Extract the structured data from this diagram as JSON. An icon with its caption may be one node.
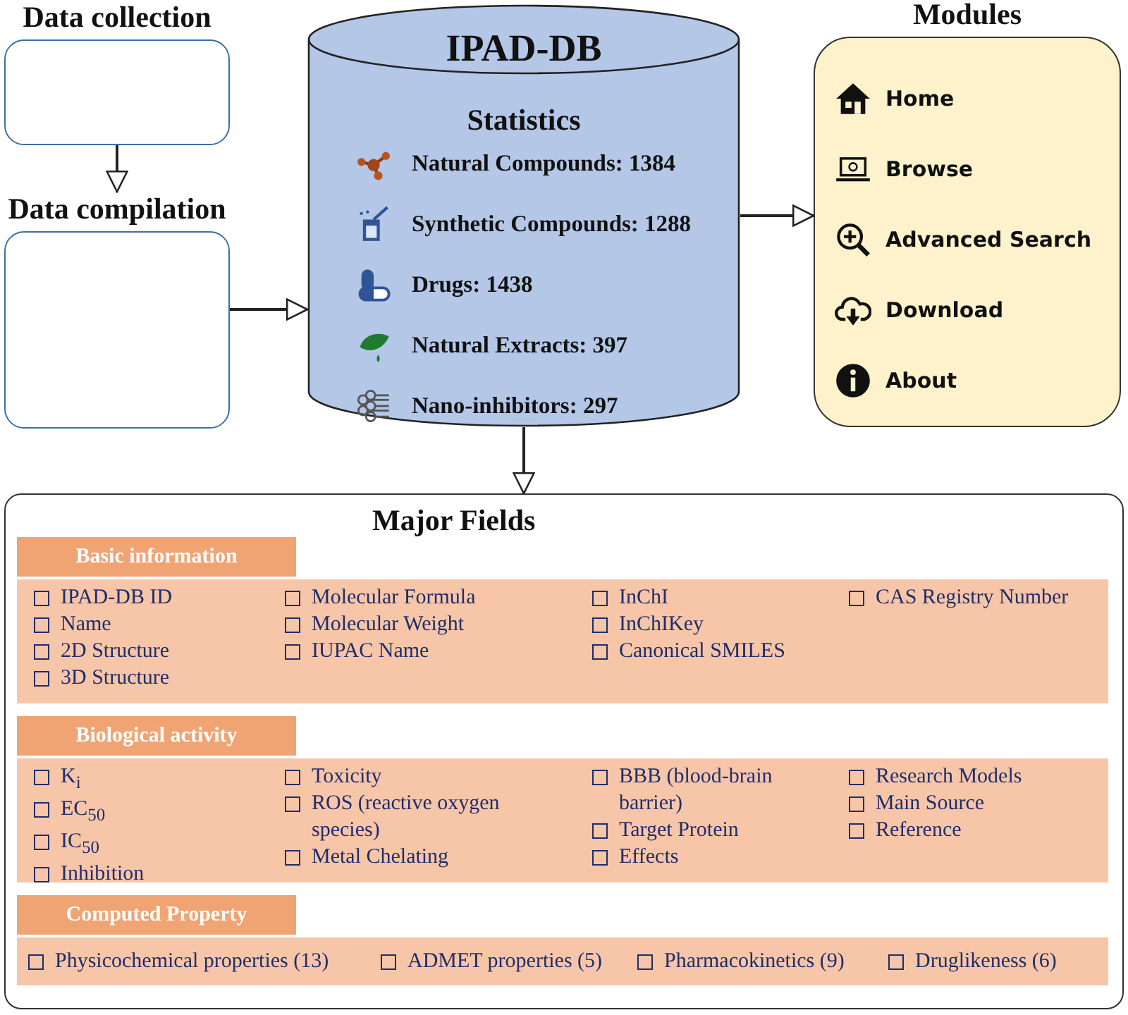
{
  "diagram": {
    "nodes": [
      {
        "text": [
          "Data collection"
        ]
      },
      {
        "text": [
          "Data compilation"
        ]
      },
      {
        "text": [
          "IPAD-DB",
          "Statistics",
          "Natural Compounds: 1384",
          "Synthetic Compounds: 1288",
          "Drugs: 1438",
          "Natural Extracts: 397",
          "Nano-inhibitors: 297"
        ]
      },
      {
        "text": [
          "Modules",
          "Home",
          "Browse",
          "Advanced Search",
          "Download",
          "About"
        ]
      },
      {
        "text": [
          "Major Fields"
        ]
      },
      {
        "text": [
          "Basic information",
          "IPAD-DB ID",
          "Name",
          "2D Structure",
          "3D Structure",
          "Molecular Formula",
          "Molecular Weight",
          "IUPAC Name",
          "InChI",
          "InChIKey",
          "Canonical SMILES",
          "CAS Registry Number"
        ],
        "in": 4
      },
      {
        "text": [
          "Biological activity",
          "K$_{i}$",
          "EC$_{50}$",
          "IC$_{50}$",
          "Inhibition",
          "Toxicity",
          "ROS (reactive oxygen species)",
          "Metal Chelating",
          "BBB (blood-brain barrier)",
          "Target Protein",
          "Effects",
          "Research Models",
          "Main Source",
          "Reference"
        ],
        "in": 4
      },
      {
        "text": [
          "Computed Property",
          "Physicochemical properties (13)",
          "ADMET properties (5)",
          "Pharmacokinetics (9)",
          "Druglikeness (6)"
        ],
        "in": 4
      }
    ],
    "edges": [
      {
        "from": 0,
        "to": 1,
        "arrow": "to"
      },
      {
        "from": 1,
        "to": 2,
        "arrow": "to"
      },
      {
        "from": 2,
        "to": 3,
        "arrow": "to"
      },
      {
        "from": 2,
        "to": 4,
        "arrow": "to"
      }
    ]
  }
}
